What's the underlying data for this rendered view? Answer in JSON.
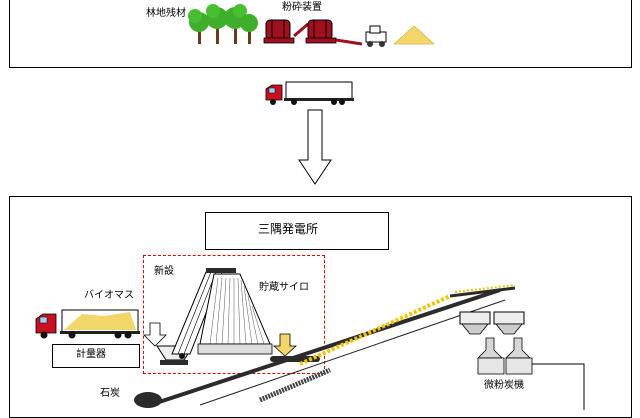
{
  "top_panel": {
    "forest_label": "林地残材",
    "crusher_label": "粉砕装置"
  },
  "plant": {
    "title": "三隅発電所",
    "new_install_label": "新設",
    "silo_label": "貯蔵サイロ",
    "biomass_label": "バイオマス",
    "scale_label": "計量器",
    "pulverizer_label": "微粉炭機",
    "coal_label": "石炭"
  },
  "colors": {
    "tree_green": "#3fae2a",
    "tree_trunk": "#6b3a1a",
    "machine_red": "#a01020",
    "chips_yellow": "#f2d66a",
    "dashed_red": "#e00000",
    "belt_dark": "#2b2b2b"
  }
}
